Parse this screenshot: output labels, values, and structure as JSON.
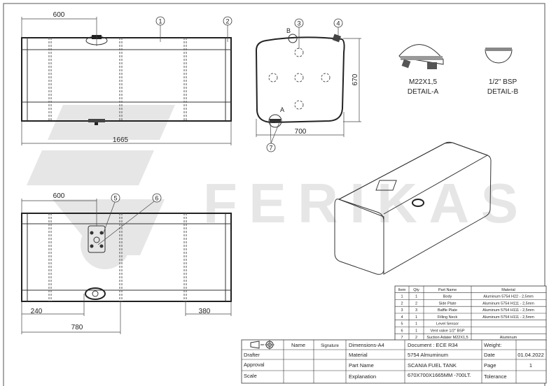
{
  "watermark": {
    "brand": "FERIKAS"
  },
  "top_view": {
    "dim_neck": "600",
    "dim_length": "1665",
    "balloons": [
      "1",
      "2"
    ]
  },
  "bottom_view": {
    "dim_neck": "600",
    "dim_left": "240",
    "dim_right": "380",
    "dim_mid": "780",
    "balloons": [
      "5",
      "6"
    ]
  },
  "side_view": {
    "dim_height": "670",
    "dim_width": "700",
    "balloons": [
      "3",
      "4",
      "7"
    ],
    "detail_a_mark": "A",
    "detail_b_mark": "B"
  },
  "detail_a": {
    "thread": "M22X1,5",
    "label": "DETAIL-A"
  },
  "detail_b": {
    "thread": "1/2\" BSP",
    "label": "DETAIL-B"
  },
  "parts_table": {
    "headers": [
      "Item",
      "Qty",
      "Part Name",
      "Material"
    ],
    "rows": [
      [
        "1",
        "1",
        "Body",
        "Aluminum 5754 H22 - 2,5mm"
      ],
      [
        "2",
        "2",
        "Side Plate",
        "Aluminum 5754 H111 - 2,5mm"
      ],
      [
        "3",
        "3",
        "Baffle Plate",
        "Aluminum 5754 H111 - 2,5mm"
      ],
      [
        "4",
        "1",
        "Filling Neck",
        "Aluminum 5754 H111 - 2,5mm"
      ],
      [
        "5",
        "1",
        "Level Sensor",
        ""
      ],
      [
        "6",
        "1",
        "Vent valve 1/2\" BSP",
        ""
      ],
      [
        "7",
        "2",
        "Suction Adater M22X1,5",
        "Aluminum"
      ]
    ]
  },
  "title_block": {
    "name_h": "Name",
    "signature_h": "Signature",
    "drafter": "Drafter",
    "approval": "Approval",
    "scale": "Scale",
    "dimensions": "Dimensions-A4",
    "material_l": "Material",
    "part_name_l": "Part Name",
    "explanation_l": "Explanation",
    "document": "Document : ECE R34",
    "material": "5754 Almuminum",
    "part_name": "SCANIA FUEL TANK",
    "explanation": "670X700X1665MM -700LT.",
    "weight_l": "Weight:",
    "date_l": "Date",
    "page_l": "Page",
    "tolerance_l": "Tolerance",
    "weight": "",
    "date": "01.04.2022",
    "page": "1",
    "tolerance": ""
  }
}
